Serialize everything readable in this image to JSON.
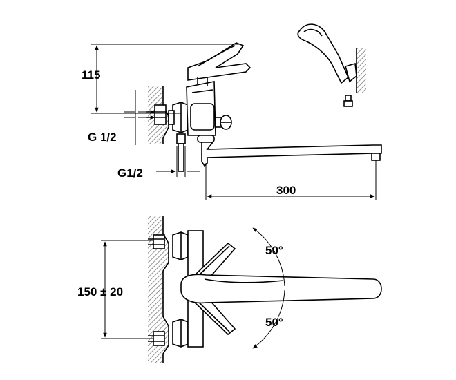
{
  "dimensions": {
    "height_above": "115",
    "thread_wall": "G 1/2",
    "thread_outlet": "G1/2",
    "spout_length": "300",
    "center_distance": "150 ± 20",
    "rotation_upper": "50°",
    "rotation_lower": "50°"
  },
  "colors": {
    "line": "#000000",
    "hatch": "#777777",
    "background": "#ffffff"
  }
}
